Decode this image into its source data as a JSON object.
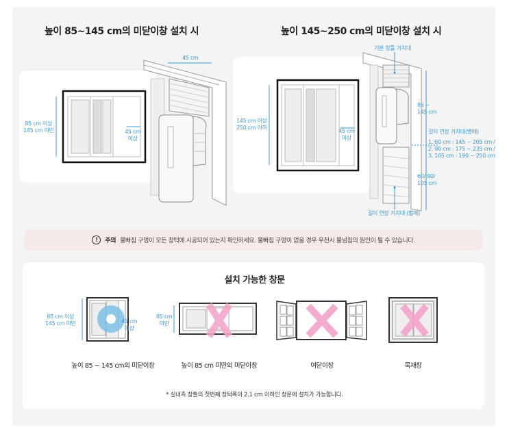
{
  "section1": {
    "title": "높이 85~145 cm의 미닫이창 설치 시",
    "height_label_1": "85 cm 이상",
    "height_label_2": "145 cm 미만",
    "width_label_1": "45 cm",
    "width_label_2": "이상",
    "unit_width": "45 cm"
  },
  "section2": {
    "title": "높이 145~250 cm의 미닫이창 설치 시",
    "height_label_1": "145 cm 이상",
    "height_label_2": "250 cm 이하",
    "width_label_1": "45 cm",
    "width_label_2": "이상",
    "top_bracket": "기본 창틀 거치대",
    "upper_height_1": "85 ~",
    "upper_height_2": "145 cm",
    "ext_title": "길이 연장 거치대(별매)",
    "ext_options": [
      "1. 60 cm : 145 ~ 205 cm /",
      "2. 90 cm : 175 ~ 235 cm /",
      "3. 105 cm : 190 ~ 250 cm"
    ],
    "lower_height_1": "60/ 90/",
    "lower_height_2": "105 cm",
    "bottom_bracket": "길이 연장 거치대 (별매)"
  },
  "notice": {
    "icon": "exclamation-circle-icon",
    "label": "주의",
    "text": "물빠짐 구멍이 모든 창턱에 시공되어 있는지 확인하세요. 물빠짐 구멍이 없을 경우 우천시 물넘침의 원인이 될 수 있습니다."
  },
  "compatible": {
    "title": "설치 가능한 창문",
    "items": [
      {
        "label": "높이 85 ~ 145 cm의 미닫이창",
        "dim1": "85 cm 이상",
        "dim2": "145 cm 미만",
        "dim3": "45 cm",
        "dim4": "이상",
        "status": "ok"
      },
      {
        "label": "높이 85 cm 미만의 미닫이창",
        "dim1": "85 cm",
        "dim2": "미만",
        "status": "no"
      },
      {
        "label": "여닫이창",
        "status": "no"
      },
      {
        "label": "목재창",
        "status": "no"
      }
    ],
    "footnote": "* 실내측 창틀의 첫번째 창턱폭이 2.1 cm 이하인 창문에 설치가 가능합니다."
  },
  "colors": {
    "accent": "#3a9ad9",
    "cross": "#f4a3c9",
    "ok": "#7cc0e6",
    "notice_bg": "#f6e9e9"
  }
}
